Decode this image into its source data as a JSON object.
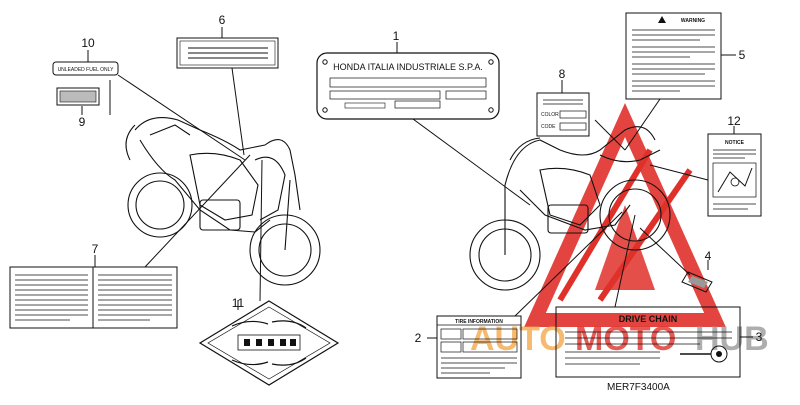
{
  "diagram": {
    "part_code": "MER7F3400A",
    "callouts": [
      "1",
      "2",
      "3",
      "4",
      "5",
      "6",
      "7",
      "8",
      "9",
      "10",
      "11",
      "12"
    ],
    "labels": {
      "fuel": "UNLEADED FUEL ONLY",
      "frame_plate": "HONDA ITALIA INDUSTRIALE S.P.A.",
      "warning": "WARNING",
      "notice": "NOTICE",
      "color": "COLOR",
      "code": "CODE",
      "tire": "TIRE INFORMATION",
      "drive_chain": "DRIVE CHAIN"
    },
    "watermark": {
      "part_a": "AUTO",
      "part_b": "MOTO",
      "part_c": "HUB"
    },
    "colors": {
      "line": "#111111",
      "watermark_red": "#e0302a",
      "watermark_orange": "#f2a340",
      "watermark_gray": "#9a9a9a"
    }
  }
}
